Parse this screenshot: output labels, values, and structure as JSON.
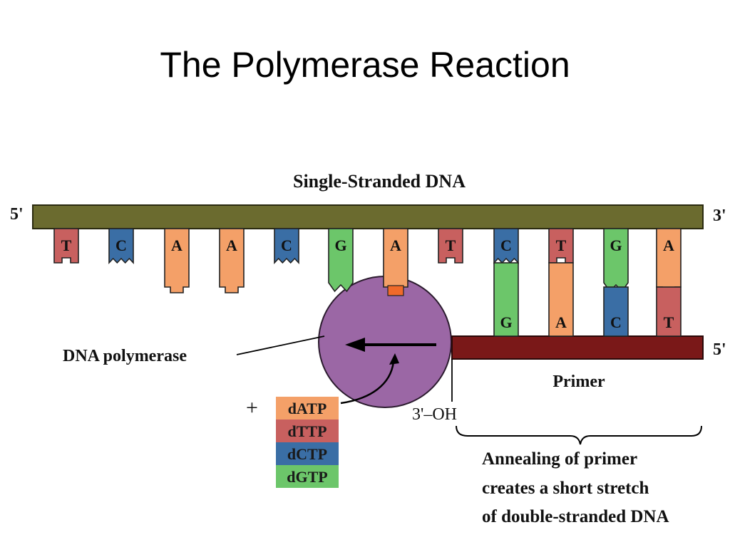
{
  "title": "The Polymerase Reaction",
  "labels": {
    "single_stranded": "Single-Stranded DNA",
    "left_5prime": "5'",
    "right_3prime": "3'",
    "primer_5prime": "5'",
    "primer": "Primer",
    "dna_polymerase": "DNA polymerase",
    "three_oh": "3'–OH",
    "plus": "+",
    "annealing": [
      "Annealing of primer",
      "creates a short stretch",
      "of double-stranded DNA"
    ]
  },
  "template_bases": [
    "T",
    "C",
    "A",
    "A",
    "C",
    "G",
    "A",
    "T",
    "C",
    "T",
    "G",
    "A"
  ],
  "paired_bases": [
    "G",
    "A",
    "C",
    "T"
  ],
  "nucleotides": [
    "dATP",
    "dTTP",
    "dCTP",
    "dGTP"
  ],
  "colors": {
    "backbone": "#6b6b2f",
    "primer": "#7a1818",
    "T": "#c8605f",
    "C": "#3a6ea5",
    "A": "#f4a068",
    "G": "#6cc66a",
    "polymerase": "#9b67a5",
    "active_site": "#f06a2a"
  }
}
